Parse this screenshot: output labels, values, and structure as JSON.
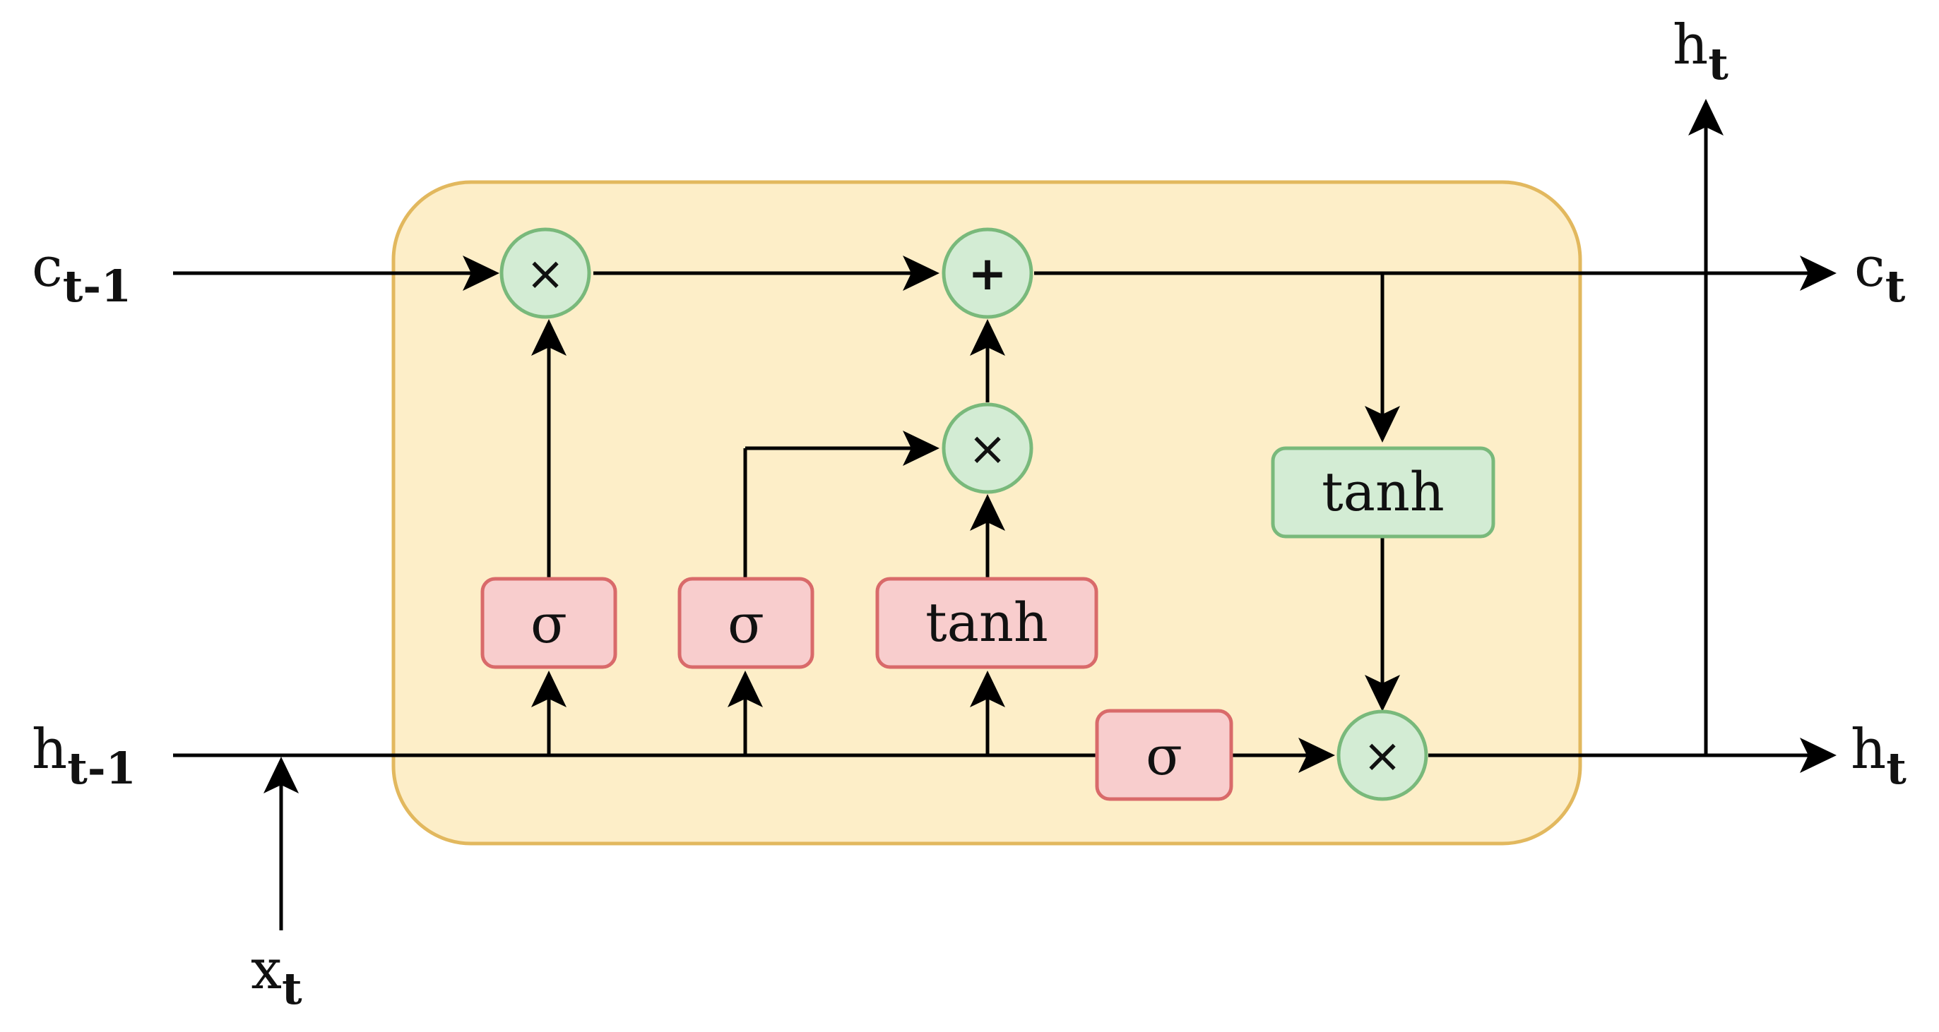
{
  "inputs": {
    "c_prev": {
      "base": "c",
      "sub": "t-1"
    },
    "h_prev": {
      "base": "h",
      "sub": "t-1"
    },
    "x": {
      "base": "x",
      "sub": "t"
    }
  },
  "outputs": {
    "c": {
      "base": "c",
      "sub": "t"
    },
    "h_right": {
      "base": "h",
      "sub": "t"
    },
    "h_top": {
      "base": "h",
      "sub": "t"
    }
  },
  "gates": {
    "forget": "σ",
    "input": "σ",
    "candidate": "tanh",
    "output": "σ",
    "cell_activation": "tanh"
  },
  "operators": {
    "forget_mult": "×",
    "add": "+",
    "input_mult": "×",
    "output_mult": "×"
  },
  "colors": {
    "cell_fill": "#fdeec8",
    "cell_stroke": "#e2b85e",
    "gate_fill": "#f8cdcd",
    "gate_stroke": "#d96a6a",
    "op_fill": "#d3ecd4",
    "op_stroke": "#79b97b"
  }
}
